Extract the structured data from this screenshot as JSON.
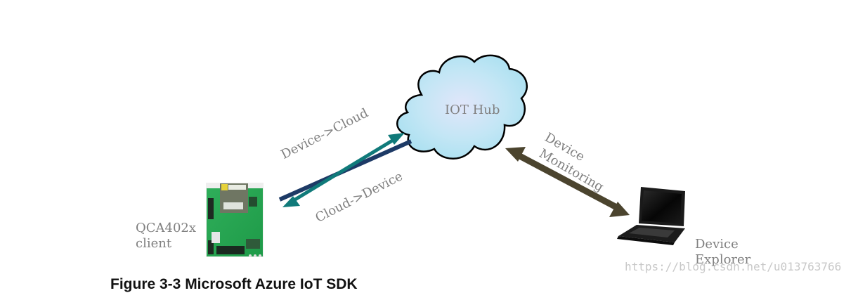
{
  "diagram": {
    "nodes": {
      "hub": {
        "label": "IOT Hub",
        "icon": "cloud-icon"
      },
      "client": {
        "label_line1": "QCA402x",
        "label_line2": "client",
        "icon": "circuit-board-icon"
      },
      "explorer": {
        "label_line1": "Device",
        "label_line2": "Explorer",
        "icon": "laptop-icon"
      }
    },
    "edges": {
      "device_to_cloud": {
        "label": "Device->Cloud"
      },
      "cloud_to_device": {
        "label": "Cloud->Device"
      },
      "monitoring": {
        "label_line1": "Device",
        "label_line2": "Monitoring"
      }
    },
    "colors": {
      "cloud_fill": "#b3e3f2",
      "cloud_center": "#dde8f8",
      "navy_line": "#1d3a66",
      "teal_arrow": "#107a7a",
      "olive_arrow": "#4b442e",
      "label_gray": "#808080"
    }
  },
  "caption": "Figure 3-3 Microsoft Azure IoT SDK",
  "watermark": "https://blog.csdn.net/u013763766"
}
